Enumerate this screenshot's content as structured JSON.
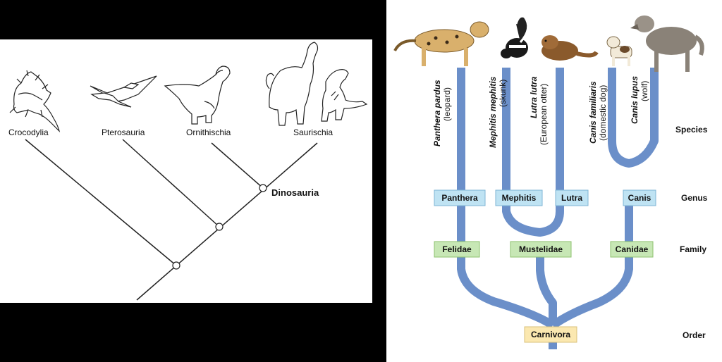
{
  "cladogram": {
    "taxa": [
      "Crocodylia",
      "Pterosauria",
      "Ornithischia",
      "Saurischia"
    ],
    "clade_label": "Dinosauria"
  },
  "classification": {
    "ranks": {
      "species": "Species",
      "genus": "Genus",
      "family": "Family",
      "order": "Order"
    },
    "species": [
      {
        "scientific": "Panthera pardus",
        "common": "(leopard)"
      },
      {
        "scientific": "Mephitis mephitis",
        "common": "(skunk)"
      },
      {
        "scientific": "Lutra lutra",
        "common": "(European otter)"
      },
      {
        "scientific": "Canis familiaris",
        "common": "(domestic dog)"
      },
      {
        "scientific": "Canis lupus",
        "common": "(wolf)"
      }
    ],
    "genera": [
      "Panthera",
      "Mephitis",
      "Lutra",
      "Canis"
    ],
    "families": [
      "Felidae",
      "Mustelidae",
      "Canidae"
    ],
    "order": "Carnivora",
    "colors": {
      "branch": "#6b8fc9",
      "genus_box": "#bfe3f3",
      "family_box": "#c7e7b5",
      "order_box": "#fbe8b0"
    }
  }
}
